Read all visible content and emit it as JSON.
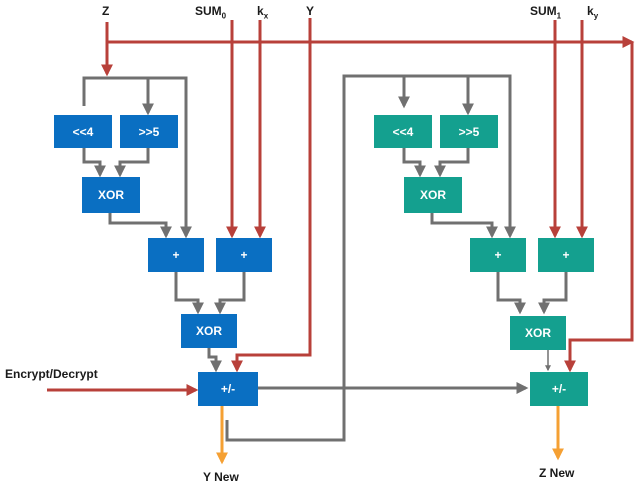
{
  "colors": {
    "blue_box": "#0a6fc2",
    "teal_box": "#14a08f",
    "gray_wire": "#707070",
    "red_wire": "#b8403a",
    "orange_wire": "#f5a033",
    "text": "#1a1a1a"
  },
  "inputs": {
    "z": "Z",
    "sum0_main": "SUM",
    "sum0_sub": "0",
    "kx_main": "k",
    "kx_sub": "x",
    "y": "Y",
    "sum1_main": "SUM",
    "sum1_sub": "1",
    "ky_main": "k",
    "ky_sub": "y",
    "encrypt_decrypt": "Encrypt/Decrypt"
  },
  "outputs": {
    "y_new": "Y New",
    "z_new": "Z New"
  },
  "blocks": {
    "left": {
      "shl": "<<4",
      "shr": ">>5",
      "xor1": "XOR",
      "add1": "+",
      "add2": "+",
      "xor2": "XOR",
      "addsub": "+/-"
    },
    "right": {
      "shl": "<<4",
      "shr": ">>5",
      "xor1": "XOR",
      "add1": "+",
      "add2": "+",
      "xor2": "XOR",
      "addsub": "+/-"
    }
  }
}
